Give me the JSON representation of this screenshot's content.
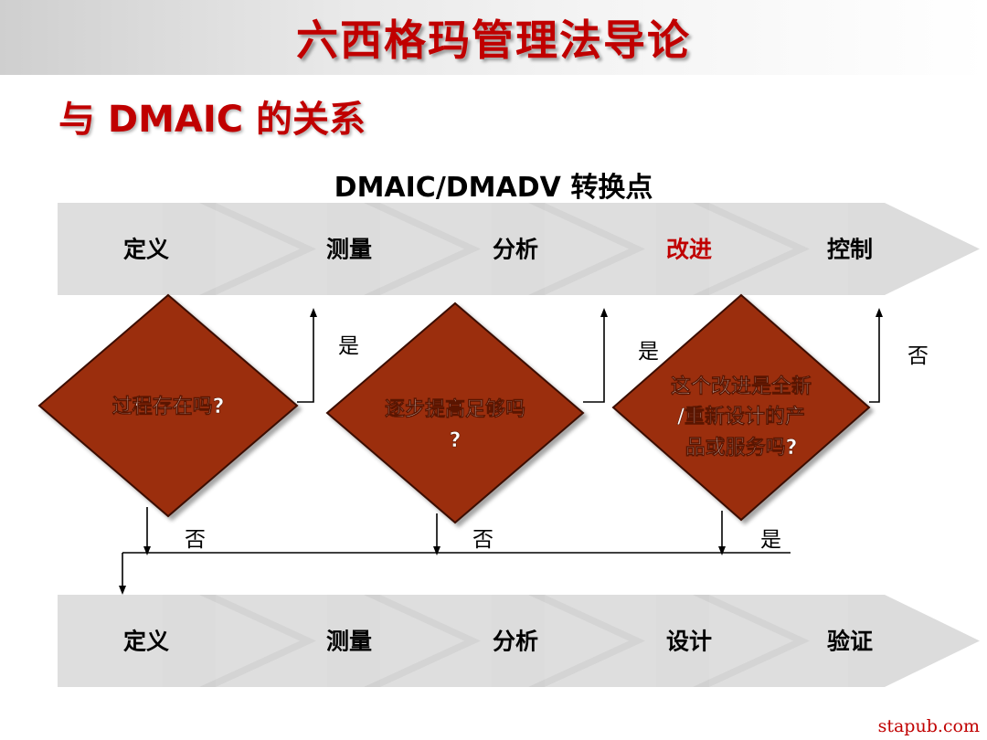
{
  "slide": {
    "title": "六西格玛管理法导论",
    "subtitle": "与 DMAIC 的关系",
    "diagram_title": "DMAIC/DMADV 转换点",
    "watermark": "stapub.com"
  },
  "colors": {
    "title_red": "#c00000",
    "diamond_fill": "#9b2f0f",
    "diamond_border": "#3a0d00",
    "chevron_gray": "#d6d6d6",
    "highlight_red": "#c00000"
  },
  "top_row": [
    {
      "label": "定义",
      "highlight": false
    },
    {
      "label": "测量",
      "highlight": false
    },
    {
      "label": "分析",
      "highlight": false
    },
    {
      "label": "改进",
      "highlight": true
    },
    {
      "label": "控制",
      "highlight": false
    }
  ],
  "bottom_row": [
    {
      "label": "定义",
      "highlight": false
    },
    {
      "label": "测量",
      "highlight": false
    },
    {
      "label": "分析",
      "highlight": false
    },
    {
      "label": "设计",
      "highlight": false
    },
    {
      "label": "验证",
      "highlight": false
    }
  ],
  "decisions": [
    {
      "lines": [
        "过程存在吗?"
      ],
      "up_label": "是",
      "down_label": "否"
    },
    {
      "lines": [
        "逐步提高足够吗",
        "?"
      ],
      "up_label": "是",
      "down_label": "否"
    },
    {
      "lines": [
        "这个改进是全新",
        "/重新设计的产",
        "品或服务吗?"
      ],
      "up_label": "否",
      "down_label": "是"
    }
  ]
}
